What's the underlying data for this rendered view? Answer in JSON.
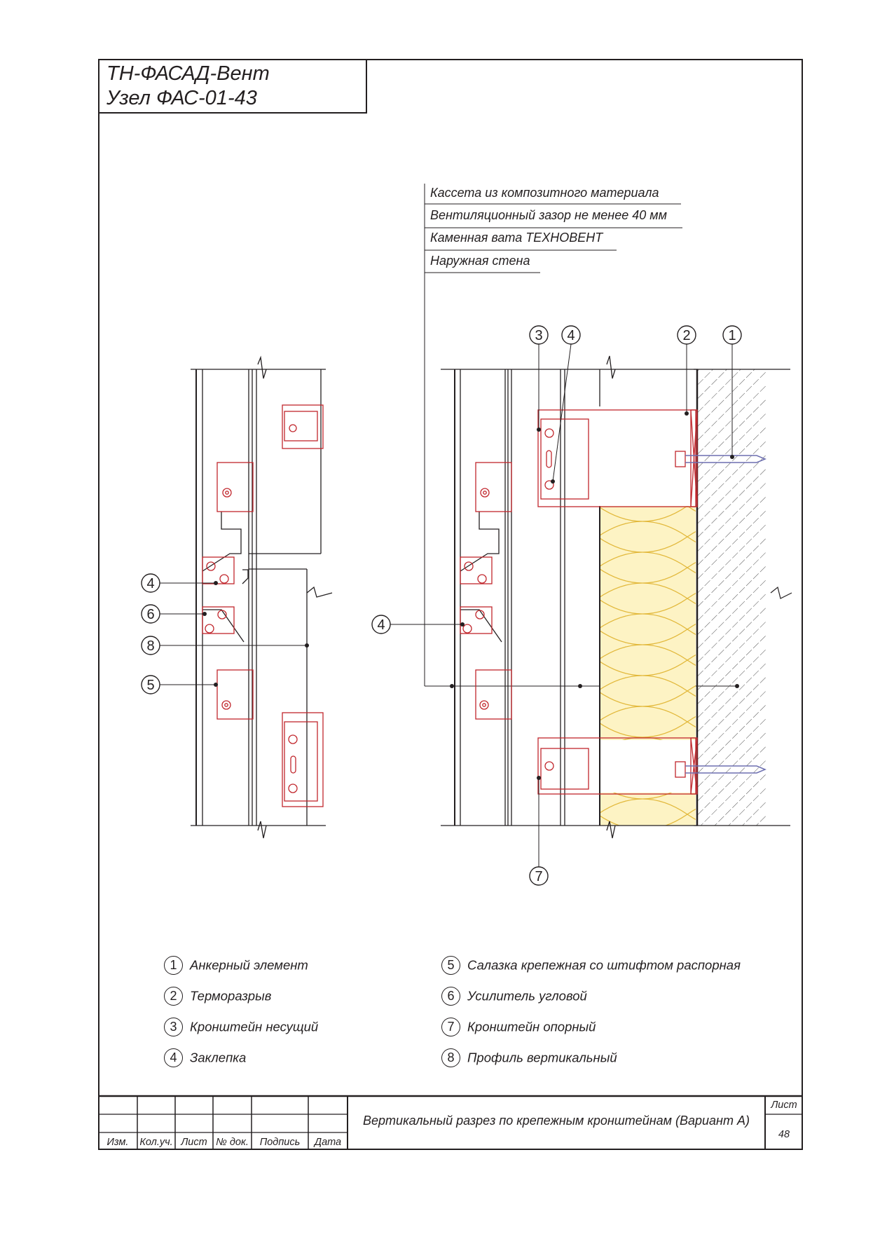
{
  "title": {
    "line1": "ТН-ФАСАД-Вент",
    "line2": "Узел ФАС-01-43"
  },
  "layer_notes": [
    "Кассета из композитного материала",
    "Вентиляционный зазор не менее 40 мм",
    "Каменная вата ТЕХНОВЕНТ",
    "Наружная стена"
  ],
  "callouts": {
    "left_view": [
      "4",
      "6",
      "8",
      "5"
    ],
    "right_view": [
      "3",
      "4",
      "2",
      "1",
      "4",
      "7"
    ]
  },
  "legend": [
    {
      "num": "1",
      "text": "Анкерный элемент"
    },
    {
      "num": "2",
      "text": "Терморазрыв"
    },
    {
      "num": "3",
      "text": "Кронштейн несущий"
    },
    {
      "num": "4",
      "text": "Заклепка"
    },
    {
      "num": "5",
      "text": "Салазка крепежная со штифтом распорная"
    },
    {
      "num": "6",
      "text": "Усилитель угловой"
    },
    {
      "num": "7",
      "text": "Кронштейн опорный"
    },
    {
      "num": "8",
      "text": "Профиль вертикальный"
    }
  ],
  "stamp": {
    "headers": [
      "Изм.",
      "Кол.уч.",
      "Лист",
      "№ док.",
      "Подпись",
      "Дата"
    ],
    "description": "Вертикальный разрез по крепежным кронштейнам (Вариант А)",
    "sheet_label": "Лист",
    "sheet_number": "48"
  },
  "colors": {
    "line": "#231f20",
    "bracket": "#c1272d",
    "insulation_fill": "#fdf3c4",
    "insulation_wave": "#e2b83a",
    "anchor": "#6d6fb0",
    "wall_hatch": "#3a3a3a"
  }
}
